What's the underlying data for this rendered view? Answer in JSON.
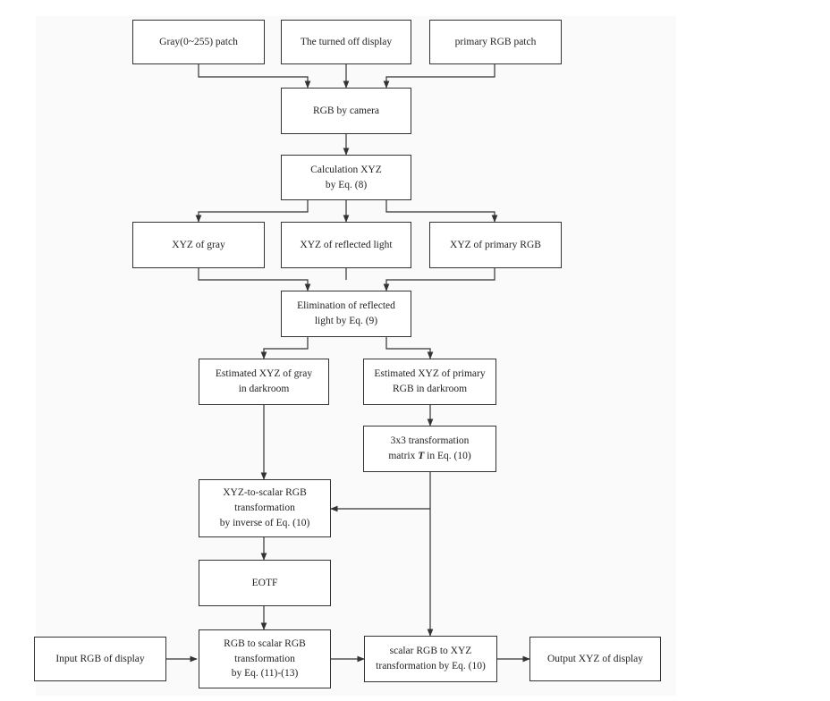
{
  "diagram": {
    "nodes": {
      "gray_patch": "Gray(0~255) patch",
      "display_off": "The turned off display",
      "primary_patch": "primary RGB patch",
      "rgb_camera": "RGB by camera",
      "calc_xyz_1": "Calculation XYZ",
      "calc_xyz_2": "by Eq. (8)",
      "xyz_gray": "XYZ of gray",
      "xyz_reflected": "XYZ of reflected light",
      "xyz_primary": "XYZ of primary RGB",
      "elim_1": "Elimination of reflected",
      "elim_2": "light by Eq. (9)",
      "est_gray_1": "Estimated XYZ of gray",
      "est_gray_2": "in darkroom",
      "est_primary_1": "Estimated XYZ of primary",
      "est_primary_2": "RGB in darkroom",
      "matrix_1": "3x3 transformation",
      "matrix_2_pre": "matrix ",
      "matrix_2_T": "T",
      "matrix_2_post": " in Eq. (10)",
      "xyz2scalar_1": "XYZ-to-scalar RGB",
      "xyz2scalar_2": "transformation",
      "xyz2scalar_3": "by inverse of Eq. (10)",
      "eotf": "EOTF",
      "input_rgb": "Input RGB of display",
      "rgb2scalar_1": "RGB to scalar RGB",
      "rgb2scalar_2": "transformation",
      "rgb2scalar_3": "by Eq. (11)-(13)",
      "scalar2xyz_1": "scalar RGB to XYZ",
      "scalar2xyz_2": "transformation by Eq. (10)",
      "output_xyz": "Output XYZ of display"
    },
    "colors": {
      "line": "#333333",
      "box_border": "#333333",
      "background": "#fafafa"
    }
  }
}
